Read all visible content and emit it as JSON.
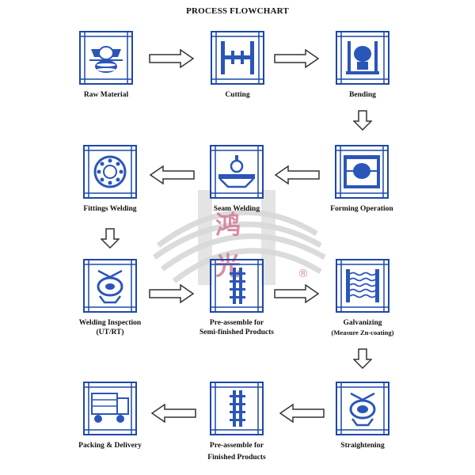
{
  "title": "PROCESS FLOWCHART",
  "steps": {
    "raw_material": {
      "label": "Raw Material"
    },
    "cutting": {
      "label": "Cutting"
    },
    "bending": {
      "label": "Bending"
    },
    "fittings_welding": {
      "label": "Fittings Welding"
    },
    "seam_welding": {
      "label": "Seam Welding"
    },
    "forming_operation": {
      "label": "Forming Operation"
    },
    "welding_inspection": {
      "label": "Welding Inspection",
      "sub": "(UT/RT)"
    },
    "pre_assemble_semi": {
      "label": "Pre-assemble for",
      "sub": "Semi-finished Products"
    },
    "galvanizing": {
      "label": "Galvanizing",
      "sub": "(Measure Zn-coating)"
    },
    "packing_delivery": {
      "label": "Packing & Delivery"
    },
    "pre_assemble_finished": {
      "label": "Pre-assemble for",
      "sub": "Finished Products"
    },
    "straightening": {
      "label": "Straightening"
    }
  },
  "watermark": {
    "chars": "鸿光",
    "mark": "®"
  },
  "colors": {
    "icon_blue": "#2a56b8",
    "frame": "#1c48a8",
    "arrow": "#333333",
    "watermark": "#c9c9c9",
    "watermark_text": "#d27a96"
  }
}
